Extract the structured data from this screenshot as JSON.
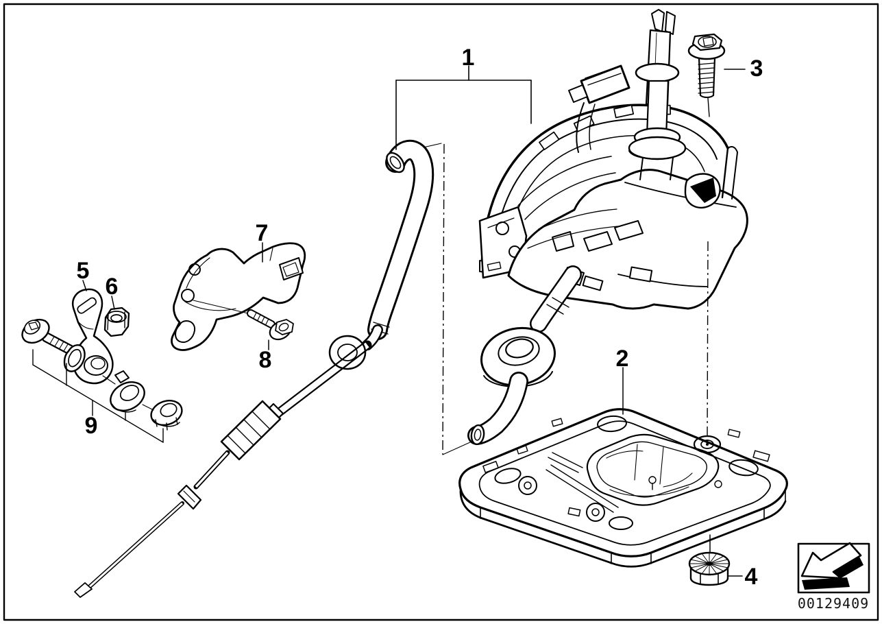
{
  "page": {
    "background_color": "#ffffff",
    "line_color": "#000000",
    "kind": "exploded-parts-line-diagram"
  },
  "callouts": {
    "c1": "1",
    "c2": "2",
    "c3": "3",
    "c4": "4",
    "c5": "5",
    "c6": "6",
    "c7": "7",
    "c8": "8",
    "c9": "9"
  },
  "footer": {
    "image_number": "00129409",
    "arrow_icon": "arrow-down-left"
  }
}
